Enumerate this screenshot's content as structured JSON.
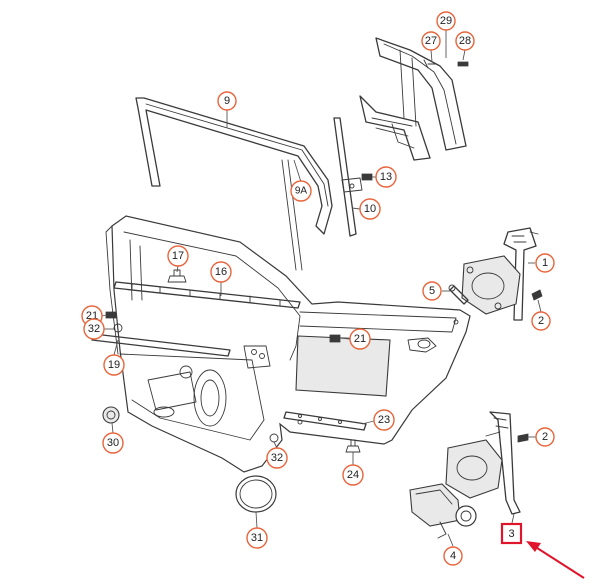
{
  "diagram": {
    "accent_color": "#e8643a",
    "highlight_color": "#e0142a",
    "callouts": [
      {
        "id": "c29",
        "label": "29"
      },
      {
        "id": "c27",
        "label": "27"
      },
      {
        "id": "c28",
        "label": "28"
      },
      {
        "id": "c9",
        "label": "9"
      },
      {
        "id": "c9a",
        "label": "9A"
      },
      {
        "id": "c13",
        "label": "13"
      },
      {
        "id": "c10",
        "label": "10"
      },
      {
        "id": "c17",
        "label": "17"
      },
      {
        "id": "c16",
        "label": "16"
      },
      {
        "id": "c1",
        "label": "1"
      },
      {
        "id": "c5",
        "label": "5"
      },
      {
        "id": "c2a",
        "label": "2"
      },
      {
        "id": "c21a",
        "label": "21"
      },
      {
        "id": "c32a",
        "label": "32"
      },
      {
        "id": "c21b",
        "label": "21"
      },
      {
        "id": "c19",
        "label": "19"
      },
      {
        "id": "c23",
        "label": "23"
      },
      {
        "id": "c2b",
        "label": "2"
      },
      {
        "id": "c30",
        "label": "30"
      },
      {
        "id": "c32b",
        "label": "32"
      },
      {
        "id": "c24",
        "label": "24"
      },
      {
        "id": "c31",
        "label": "31"
      },
      {
        "id": "c4",
        "label": "4"
      }
    ],
    "highlighted": {
      "id": "c3",
      "label": "3"
    }
  }
}
